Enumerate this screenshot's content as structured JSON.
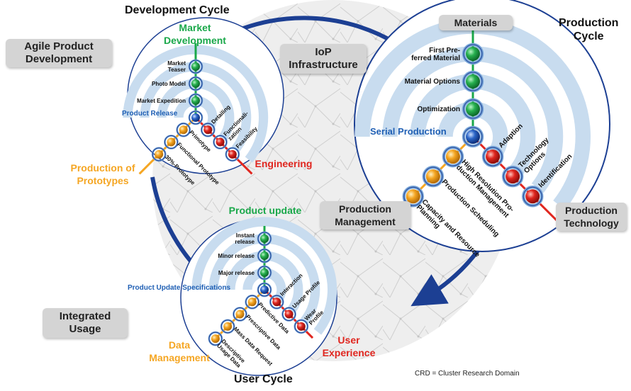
{
  "titles": {
    "development_cycle": "Development Cycle",
    "production_cycle": "Production\nCycle",
    "user_cycle": "User Cycle"
  },
  "side_boxes": {
    "agile": "Agile Product\nDevelopment",
    "iop": "IoP\nInfrastructure",
    "integrated": "Integrated\nUsage"
  },
  "footnote": "CRD = Cluster Research Domain",
  "development": {
    "axis_up": "Market\nDevelopment",
    "axis_left": "Production of\nPrototypes",
    "axis_right": "Engineering",
    "center": "Product Release",
    "up_items": [
      "Market\nTeaser",
      "Photo Model",
      "Market Expedition"
    ],
    "right_items": [
      "Detailing",
      "Functionali-\nzation",
      "Feasibility"
    ],
    "left_items": [
      "Primotype",
      "Functional Prototype",
      "30%-Prototype"
    ]
  },
  "production": {
    "axis_up": "Materials",
    "axis_left": "Production\nManagement",
    "axis_right": "Production\nTechnology",
    "center": "Serial Production",
    "up_items": [
      "First Pre-\nferred Material",
      "Material Options",
      "Optimization"
    ],
    "right_items": [
      "Adaption",
      "Technology\nOptions",
      "Identification"
    ],
    "left_items": [
      "High Resolution Pro-\nduction Management",
      "Production Scheduling",
      "Capacity and Resource\nPlanning"
    ]
  },
  "user": {
    "axis_up": "Product update",
    "axis_left": "Data\nManagement",
    "axis_right": "User\nExperience",
    "center": "Product Update Specifications",
    "up_items": [
      "Instant\nrelease",
      "Minor release",
      "Major release"
    ],
    "right_items": [
      "Interaction",
      "Usage Profile",
      "Wear\nProfile"
    ],
    "left_items": [
      "Predictive Data",
      "Prescriptive Data",
      "Mass Data Request",
      "Descriptive\nUsage Data"
    ]
  },
  "colors": {
    "green": "#1aa84a",
    "orange": "#f5a623",
    "red": "#e0261f",
    "blue": "#1f5fb4",
    "navy": "#1c3f93",
    "light_blue": "#c8dcef",
    "box_gray": "#d4d4d4"
  }
}
